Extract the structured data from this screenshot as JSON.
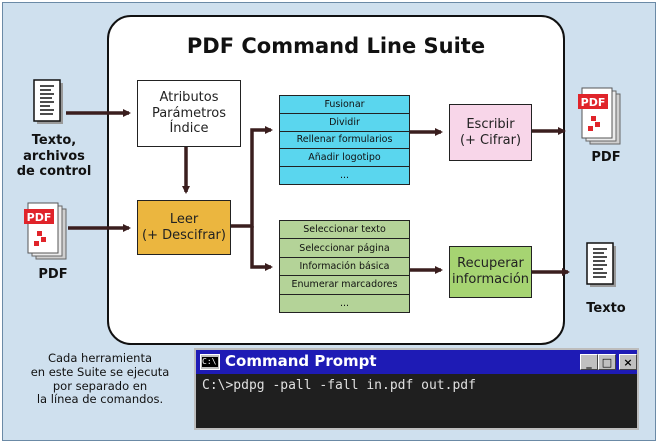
{
  "title": "PDF Command Line Suite",
  "attrib_box": {
    "lines": [
      "Atributos",
      "Parámetros",
      "Índice"
    ]
  },
  "leer_box": {
    "lines": [
      "Leer",
      "(+ Descifrar)"
    ]
  },
  "escribir_box": {
    "lines": [
      "Escribir",
      "(+ Cifrar)"
    ]
  },
  "recuperar_box": {
    "lines": [
      "Recuperar",
      "información"
    ]
  },
  "write_ops": [
    "Fusionar",
    "Dividir",
    "Rellenar formularios",
    "Añadir logotipo",
    "..."
  ],
  "read_ops": [
    "Seleccionar texto",
    "Seleccionar página",
    "Información básica",
    "Enumerar marcadores",
    "..."
  ],
  "inputs": {
    "text_label": [
      "Texto,",
      "archivos",
      "de control"
    ],
    "pdf_label": "PDF"
  },
  "outputs": {
    "pdf_label": "PDF",
    "text_label": "Texto"
  },
  "icons": {
    "pdf_badge": "PDF",
    "names": [
      "text-document-icon",
      "pdf-document-icon"
    ]
  },
  "caption": [
    "Cada herramienta",
    "en este Suite se ejecuta",
    "por separado en",
    "la línea de comandos."
  ],
  "cmd": {
    "title": "Command Prompt",
    "icon_text": "C:\\",
    "text": "C:\\>pdpg -pall -fall in.pdf out.pdf",
    "buttons": {
      "minimize": "_",
      "maximize": "□",
      "close": "×"
    }
  },
  "colors": {
    "background": "#cfe0ee",
    "leer": "#ebb63f",
    "escribir": "#f8d6e9",
    "recuperar": "#a6d472",
    "write_ops": "#5ad6ee",
    "read_ops": "#b4d398",
    "arrow": "#3a1e1e",
    "titlebar": "#1e1bb5",
    "pdf_red": "#e0242a"
  }
}
